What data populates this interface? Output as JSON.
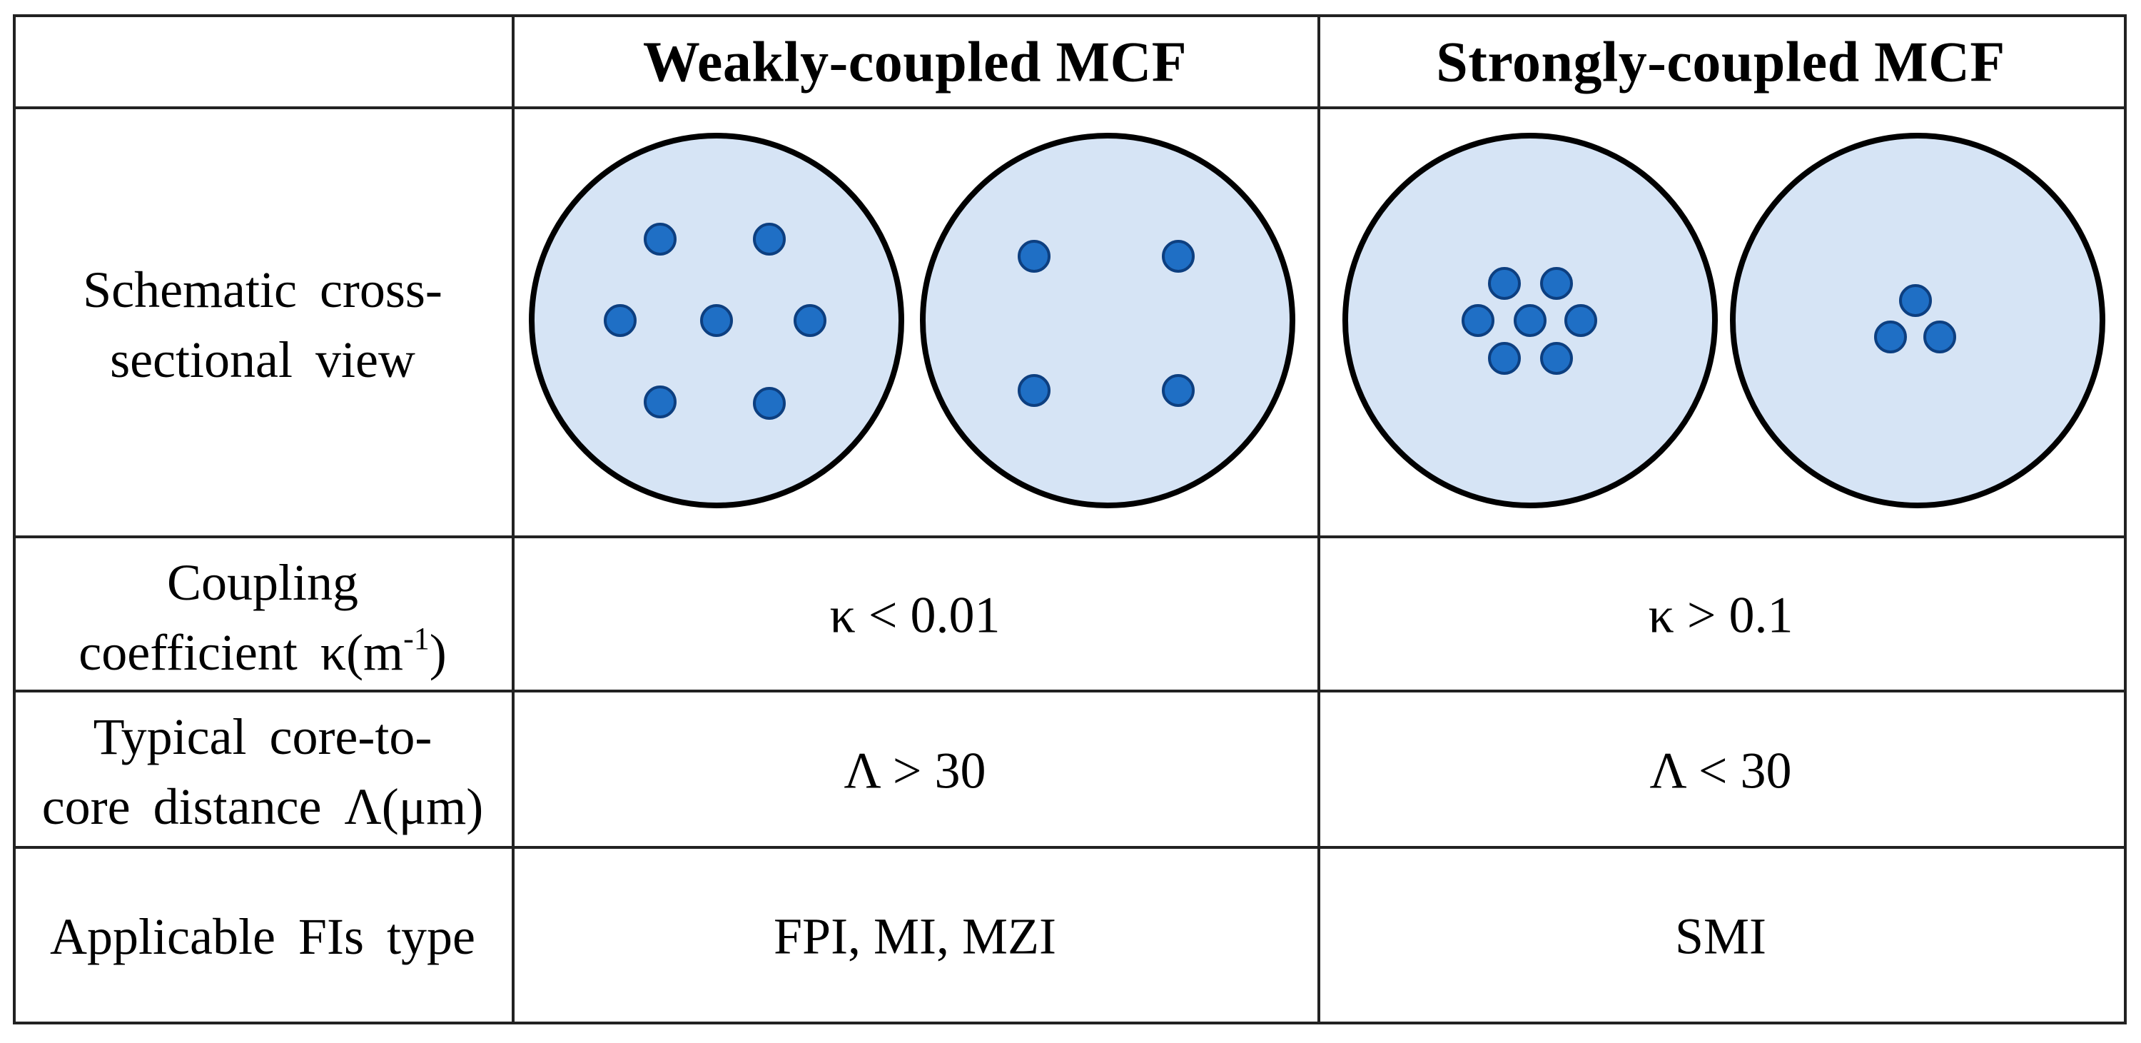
{
  "headers": {
    "col1": "",
    "col2": "Weakly-coupled MCF",
    "col3": "Strongly-coupled MCF"
  },
  "rows": {
    "schematic": {
      "label_line1": "Schematic cross-",
      "label_line2": "sectional view"
    },
    "coupling": {
      "label_line1": "Coupling",
      "label_line2_prefix": "coefficient κ(m",
      "label_line2_sup": "-1",
      "label_line2_suffix": ")",
      "weak": "κ < 0.01",
      "strong": "κ > 0.1"
    },
    "distance": {
      "label_line1": "Typical core-to-",
      "label_line2": "core distance Λ(μm)",
      "weak": "Λ > 30",
      "strong": "Λ < 30"
    },
    "fi_type": {
      "label": "Applicable FIs type",
      "weak": "FPI, MI, MZI",
      "strong": "SMI"
    }
  },
  "colors": {
    "cladding_fill": "#d6e4f5",
    "cladding_stroke": "#000000",
    "core_fill": "#1f6fc5",
    "core_stroke": "#0d3f80",
    "grid_line": "#222222"
  },
  "diagrams": [
    {
      "name": "weak-seven-core-fiber",
      "core_count": 7
    },
    {
      "name": "weak-four-core-fiber",
      "core_count": 4
    },
    {
      "name": "strong-seven-core-fiber",
      "core_count": 7
    },
    {
      "name": "strong-three-core-fiber",
      "core_count": 3
    }
  ]
}
